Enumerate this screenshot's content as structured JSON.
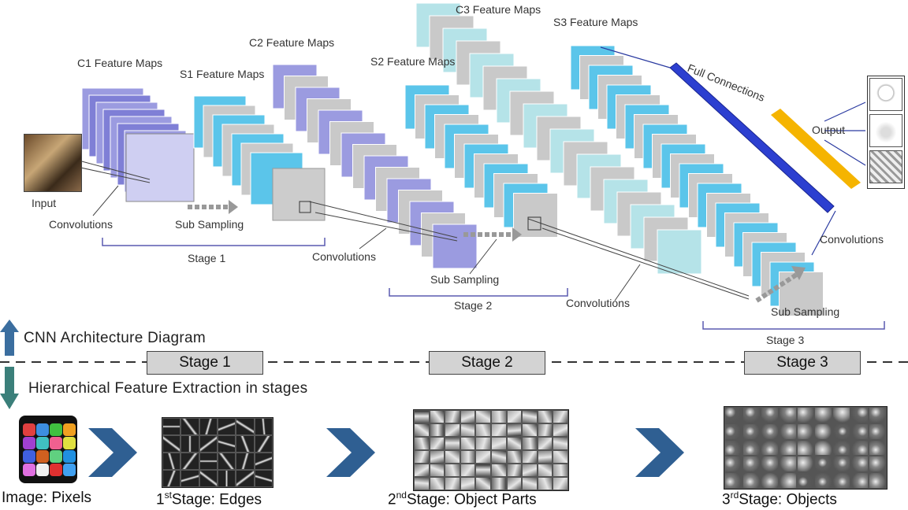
{
  "diagram": {
    "labels": {
      "c1": "C1 Feature Maps",
      "s1": "S1 Feature Maps",
      "c2": "C2 Feature Maps",
      "s2": "S2 Feature Maps",
      "c3": "C3 Feature Maps",
      "s3": "S3 Feature Maps",
      "input": "Input",
      "convolutions": "Convolutions",
      "sub_sampling": "Sub Sampling",
      "stage1": "Stage 1",
      "stage2": "Stage 2",
      "stage3": "Stage 3",
      "full_connections": "Full Connections",
      "output": "Output"
    },
    "colors": {
      "c_maps": "#9b9be0",
      "s_maps": "#5bc5ea",
      "c3_maps": "#b5e3e8",
      "gray_map": "#c9c9c9",
      "full_conn": "#2c3fd0",
      "output_bar": "#f5b400",
      "brace": "#5a5ab0"
    }
  },
  "bottom": {
    "top_arrow_label": "CNN Architecture Diagram",
    "bottom_arrow_label": "Hierarchical Feature Extraction in stages",
    "stage_boxes": [
      "Stage 1",
      "Stage 2",
      "Stage 3"
    ],
    "captions": {
      "pixels": "Image: Pixels",
      "stage1_ord": "1",
      "stage1_sup": "st",
      "stage1_text": "Stage:  Edges",
      "stage2_ord": "2",
      "stage2_sup": "nd",
      "stage2_text": "Stage:  Object Parts",
      "stage3_ord": "3",
      "stage3_sup": "rd",
      "stage3_text": "Stage:  Objects"
    },
    "colors": {
      "arrow_up": "#3b6e9f",
      "arrow_down": "#3b7f7a",
      "chevron": "#2f5f92",
      "stage_box": "#d3d3d3"
    },
    "phone_dots": [
      "#e04040",
      "#3d8ee0",
      "#40c040",
      "#f0a020",
      "#a040d0",
      "#40c0c0",
      "#f06090",
      "#e0e040",
      "#4060e0",
      "#d06020",
      "#60d080",
      "#2090e0",
      "#e070e0",
      "#f0f0f0",
      "#e03030",
      "#40a0f0"
    ]
  }
}
